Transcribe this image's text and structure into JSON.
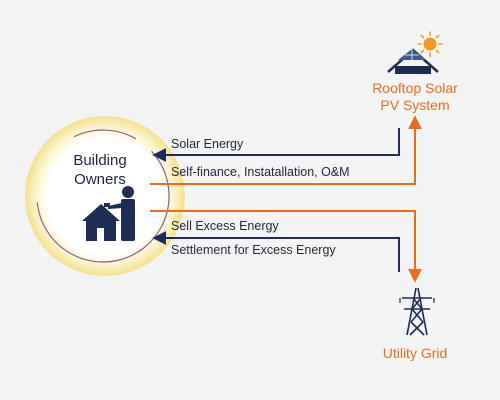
{
  "colors": {
    "navy": "#1f2d55",
    "orange": "#e66e1e",
    "glow_outer": "#f6e7a4",
    "glow_inner": "#ffffff",
    "ring_purple": "#8d5a9c",
    "background": "#f4f4f4"
  },
  "owner": {
    "line1": "Building",
    "line2": "Owners",
    "icon": "house-with-person-icon"
  },
  "solar": {
    "line1": "Rooftop Solar",
    "line2": "PV System",
    "icon": "rooftop-solar-sun-icon"
  },
  "grid": {
    "label": "Utility Grid",
    "icon": "transmission-tower-icon"
  },
  "flows": {
    "solar_energy": "Solar Energy",
    "self_finance": "Self-finance, Instatallation, O&M",
    "sell_excess": "Sell Excess Energy",
    "settlement": "Settlement for Excess Energy"
  }
}
